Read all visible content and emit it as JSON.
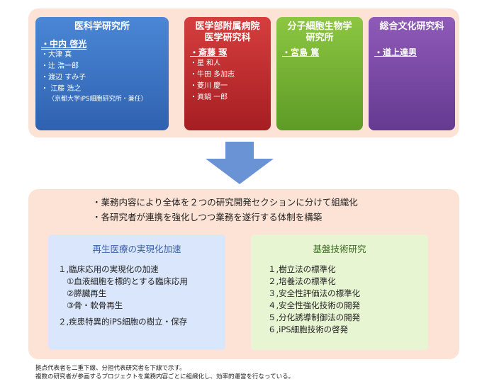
{
  "institutes": [
    {
      "title": "医科学研究所",
      "lead": "中内 啓光",
      "members": [
        "大津 真",
        "辻 浩一郎",
        "渡辺 すみ子",
        "江藤 浩之"
      ],
      "note": "（京都大学iPS細胞研究所・兼任）",
      "color": "#3a72c4"
    },
    {
      "title_line1": "医学部附属病院",
      "title_line2": "医学研究科",
      "lead": "斎藤 琢",
      "members": [
        "星 和人",
        "牛田 多加志",
        "菱川 慶一",
        "眞鍋 一郎"
      ],
      "color": "#c0282b"
    },
    {
      "title_line1": "分子細胞生物学",
      "title_line2": "研究所",
      "lead": "宮島 篤",
      "members": [],
      "color": "#7ab735"
    },
    {
      "title": "総合文化研究科",
      "lead": "道上達男",
      "members": [],
      "color": "#7a48a6"
    }
  ],
  "summary": [
    "業務内容により全体を２つの研究開発セクションに分けて組織化",
    "各研究者が連携を強化しつつ業務を遂行する体制を構築"
  ],
  "sections": [
    {
      "title": "再生医療の実現化加速",
      "items": [
        "１,臨床応用の実現化の加速",
        "①血液細胞を標的とする臨床応用",
        "②膵臓再生",
        "③骨・軟骨再生",
        "２,疾患特異的iPS細胞の樹立・保存"
      ]
    },
    {
      "title": "基盤技術研究",
      "items": [
        "１,樹立法の標準化",
        "２,培養法の標準化",
        "３,安全性評価法の標準化",
        "４,安全性強化技術の開発",
        "５,分化誘導制御法の開発",
        "６,iPS細胞技術の啓発"
      ]
    }
  ],
  "footnote": [
    "拠点代表者を二重下線、分担代表研究者を下線で示す。",
    "複数の研究者が参画するプロジェクトを業務内容ごとに組織化し、効率的運営を行なっている。"
  ],
  "colors": {
    "panel_bg": "#fde3d6",
    "arrow": "#6a93d6",
    "section_blue_bg": "#d9e6fb",
    "section_green_bg": "#e8f5d2"
  }
}
